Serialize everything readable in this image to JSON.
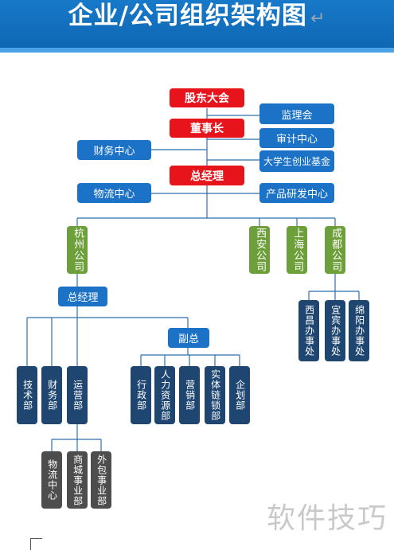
{
  "title": "企业/公司组织架构图",
  "title_mark": "↵",
  "nodes": {
    "shareholders_meeting": "股东大会",
    "supervisory_board": "监理会",
    "chairman": "董事长",
    "audit_center": "审计中心",
    "finance_center": "财务中心",
    "student_fund": "大学生创业基金",
    "general_manager": "总经理",
    "logistics_center": "物流中心",
    "rd_center": "产品研发中心",
    "hangzhou": "杭州公司",
    "xian": "西安公司",
    "shanghai": "上海公司",
    "chengdu": "成都公司",
    "hz_general_manager": "总经理",
    "deputy": "副总",
    "tech_dept": "技术部",
    "finance_dept": "财务部",
    "operations_dept": "运营部",
    "admin_dept": "行政部",
    "hr_dept": "人力资源部",
    "marketing_dept": "营销部",
    "supply_chain_dept": "实体链锁部",
    "planning_dept": "企划部",
    "logistics_center_sub": "物流中心",
    "mall_division": "商城事业部",
    "outsourcing_division": "外包事业部",
    "xichang_office": "西昌办事处",
    "yibin_office": "宜宾办事处",
    "mianyang_office": "绵阳办事处"
  },
  "watermark": "软件技巧",
  "colors": {
    "header": "#1779c9",
    "red": "#e8141b",
    "blue": "#1b72c6",
    "green": "#6d9f3a",
    "navy": "#1e4670",
    "gray": "#4d4d4d",
    "line": "#2f6fae"
  }
}
